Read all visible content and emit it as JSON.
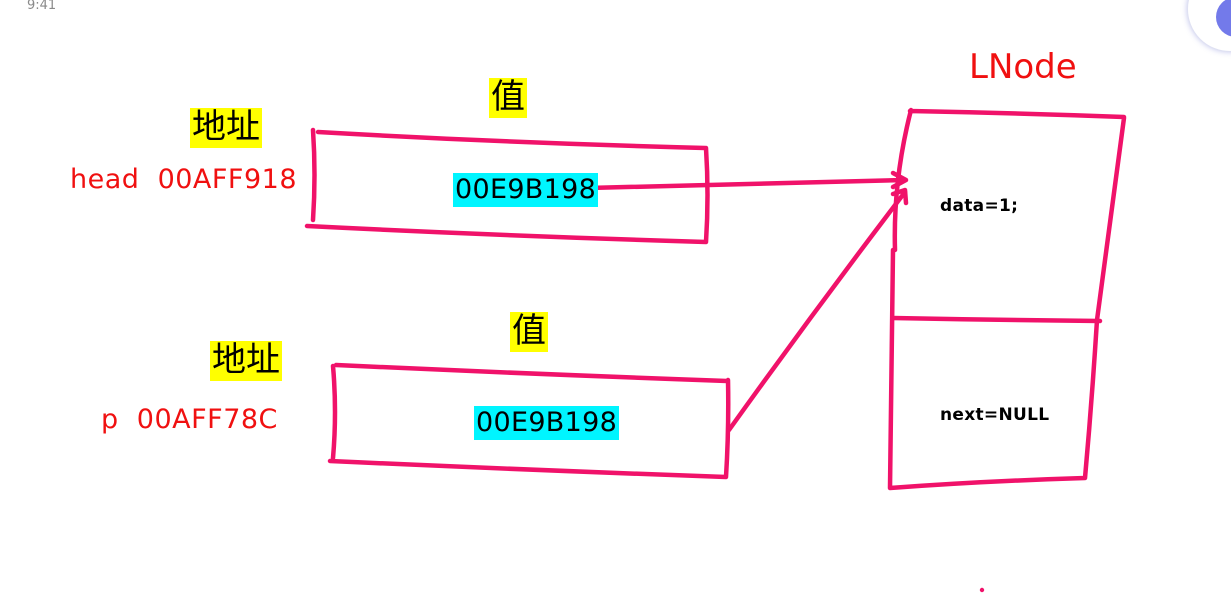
{
  "status_bar": {
    "time": "9:41"
  },
  "head_var": {
    "address_heading": "地址",
    "label": "head  00AFF918",
    "value_heading": "值",
    "value": "00E9B198"
  },
  "p_var": {
    "address_heading": "地址",
    "label": "p  00AFF78C",
    "value_heading": "值",
    "value": "00E9B198"
  },
  "node": {
    "title": "LNode",
    "field_data": "data=1;",
    "field_next": "next=NULL"
  },
  "colors": {
    "ink": "#f0126a",
    "highlight_yellow": "#ffff00",
    "highlight_cyan": "#00f5ff",
    "label_red": "#f01010"
  }
}
